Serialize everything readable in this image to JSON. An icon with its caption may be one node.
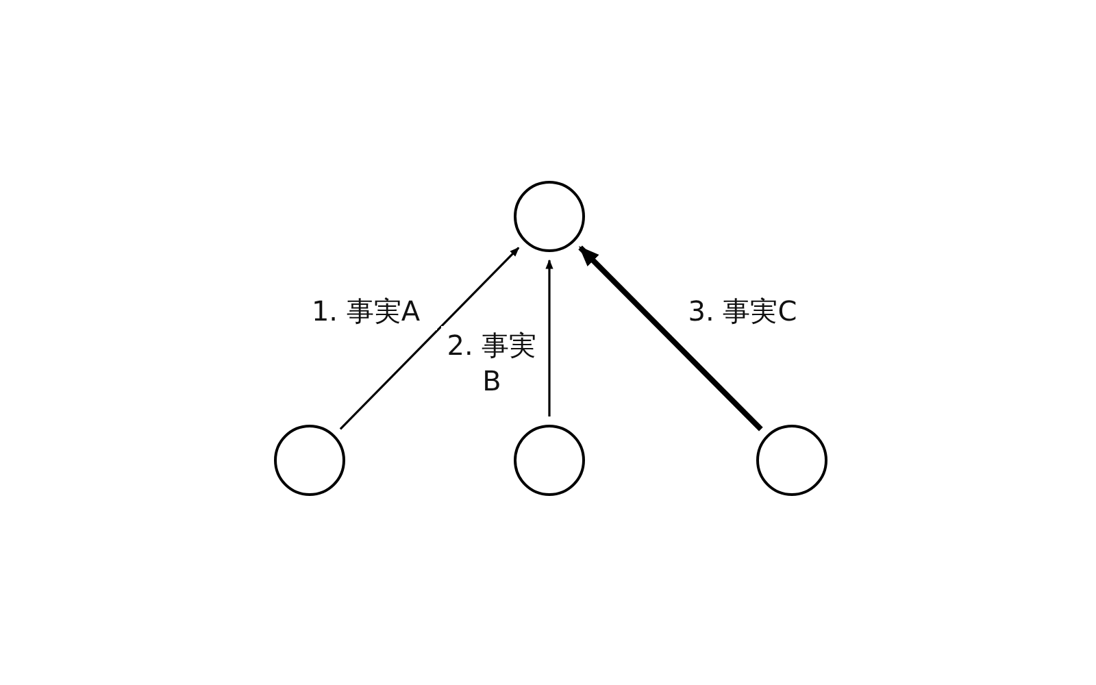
{
  "diagram": {
    "nodes": [
      {
        "text": [],
        "shape": "circle"
      },
      {
        "text": [],
        "shape": "circle"
      },
      {
        "text": [],
        "shape": "circle"
      },
      {
        "text": [],
        "shape": "circle"
      }
    ],
    "edges": [
      {
        "from": 1,
        "to": 0,
        "arrow": "to",
        "label": "1. 事実A"
      },
      {
        "from": 2,
        "to": 0,
        "arrow": "to",
        "label": "2. 事実B"
      },
      {
        "from": 3,
        "to": 0,
        "arrow": "to",
        "label": "3. 事実C",
        "style": "thick"
      }
    ]
  }
}
